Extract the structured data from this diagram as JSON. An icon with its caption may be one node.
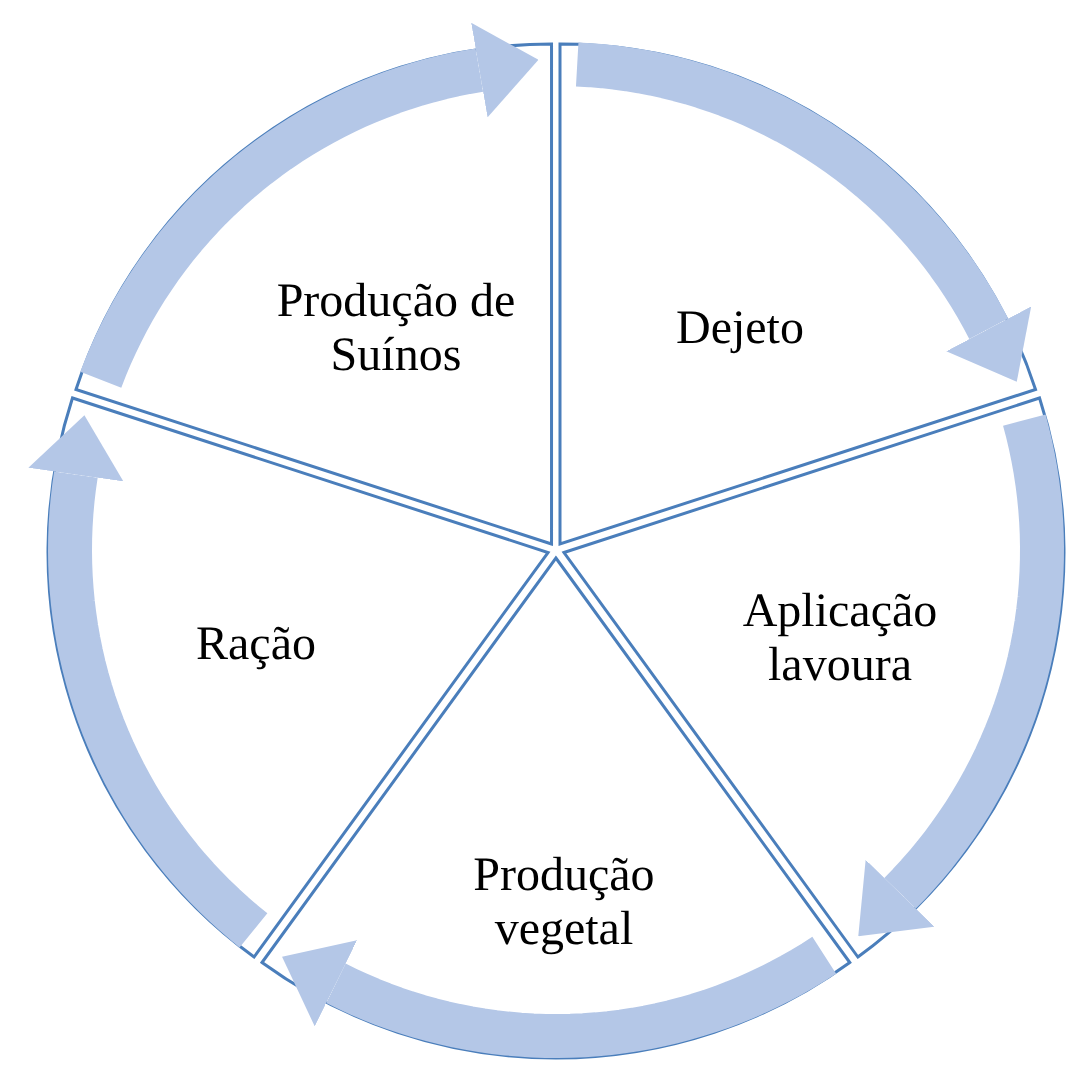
{
  "diagram": {
    "nodes": [
      {
        "text": [
          "Produção de Suínos"
        ]
      },
      {
        "text": [
          "Dejeto"
        ]
      },
      {
        "text": [
          "Aplicação lavoura"
        ]
      },
      {
        "text": [
          "Produção vegetal"
        ]
      },
      {
        "text": [
          "Ração"
        ]
      }
    ],
    "edges": [
      {
        "from": 0,
        "to": 1,
        "arrow": "to"
      },
      {
        "from": 1,
        "to": 2,
        "arrow": "to"
      },
      {
        "from": 2,
        "to": 3,
        "arrow": "to"
      },
      {
        "from": 3,
        "to": 4,
        "arrow": "to"
      },
      {
        "from": 4,
        "to": 0,
        "arrow": "to"
      }
    ]
  }
}
